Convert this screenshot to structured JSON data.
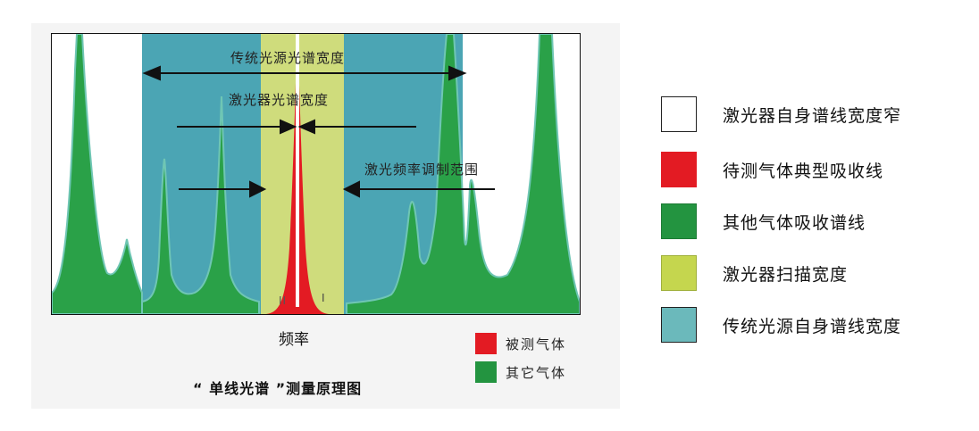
{
  "colors": {
    "white": "#ffffff",
    "target_red": "#e31b23",
    "other_gas_green": "#2aa148",
    "laser_scan_yellow": "#cfdc7c",
    "source_teal": "#4ba5b4",
    "legend_green": "#239440",
    "legend_yellow": "#c5d64e",
    "legend_teal": "#6bb9bb"
  },
  "diagram": {
    "annotations": {
      "source_width": "传统光源光谱宽度",
      "laser_width": "激光器光谱宽度",
      "tuning_range": "激光频率调制范围",
      "mark_ii": "II",
      "mark_i": "I"
    },
    "x_axis_label": "频率",
    "title": "“ 单线光谱 ”测量原理图",
    "mini_legend": [
      {
        "label": "被测气体",
        "color": "#e31b23"
      },
      {
        "label": "其它气体",
        "color": "#239440"
      }
    ]
  },
  "legend": [
    {
      "label": "激光器自身谱线宽度窄",
      "color": "#ffffff"
    },
    {
      "label": "待测气体典型吸收线",
      "color": "#e31b23"
    },
    {
      "label": "其他气体吸收谱线",
      "color": "#239440"
    },
    {
      "label": "激光器扫描宽度",
      "color": "#c5d64e"
    },
    {
      "label": "传统光源自身谱线宽度",
      "color": "#6bb9bb"
    }
  ]
}
